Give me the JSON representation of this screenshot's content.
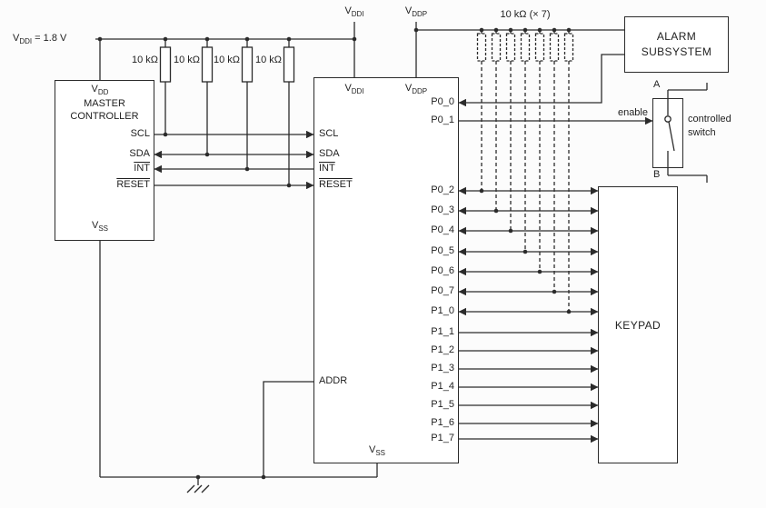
{
  "colors": {
    "wire": "#2b2b2b",
    "background": "#fcfcfc"
  },
  "supply": {
    "vddi_value": {
      "base": "V",
      "sub": "DDI",
      "rest": " = 1.8 V"
    },
    "vddi": {
      "base": "V",
      "sub": "DDI"
    },
    "vddp": {
      "base": "V",
      "sub": "DDP"
    },
    "pullup_note": "10 kΩ (× 7)",
    "resistors": [
      "10 kΩ",
      "10 kΩ",
      "10 kΩ",
      "10 kΩ"
    ]
  },
  "master": {
    "title_line1": "MASTER",
    "title_line2": "CONTROLLER",
    "vdd": {
      "base": "V",
      "sub": "DD"
    },
    "vss": {
      "base": "V",
      "sub": "SS"
    },
    "pins": {
      "scl": "SCL",
      "sda": "SDA",
      "int": "INT",
      "reset": "RESET"
    }
  },
  "ic": {
    "vddi": {
      "base": "V",
      "sub": "DDI"
    },
    "vddp": {
      "base": "V",
      "sub": "DDP"
    },
    "vss": {
      "base": "V",
      "sub": "SS"
    },
    "pins": {
      "scl": "SCL",
      "sda": "SDA",
      "int": "INT",
      "reset": "RESET",
      "addr": "ADDR"
    },
    "ports": [
      "P0_0",
      "P0_1",
      "P0_2",
      "P0_3",
      "P0_4",
      "P0_5",
      "P0_6",
      "P0_7",
      "P1_0",
      "P1_1",
      "P1_2",
      "P1_3",
      "P1_4",
      "P1_5",
      "P1_6",
      "P1_7"
    ]
  },
  "alarm": {
    "line1": "ALARM",
    "line2": "SUBSYSTEM"
  },
  "keypad": {
    "label": "KEYPAD"
  },
  "switch": {
    "terminal_a": "A",
    "terminal_b": "B",
    "enable": "enable",
    "caption_line1": "controlled",
    "caption_line2": "switch"
  }
}
